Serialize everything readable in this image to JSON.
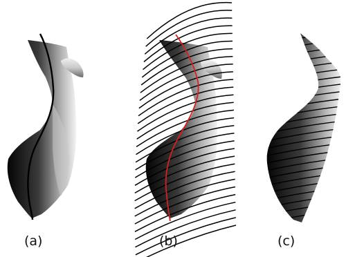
{
  "panels": [
    {
      "label": "(a)"
    },
    {
      "label": "(b)"
    },
    {
      "label": "(c)"
    }
  ],
  "colors": {
    "background": "#ffffff",
    "stroke": "#000000",
    "medial_curve": "#d42020"
  }
}
